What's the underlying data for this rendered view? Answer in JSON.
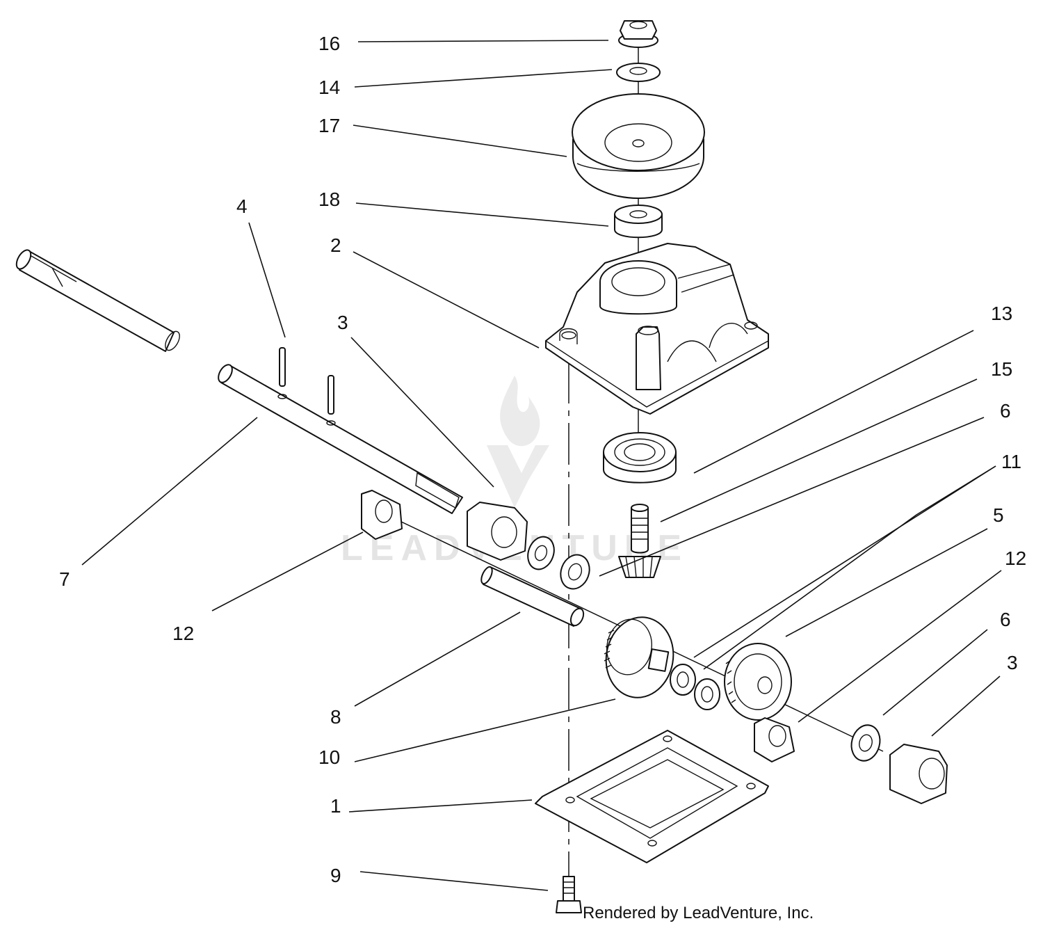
{
  "diagram": {
    "callouts": [
      {
        "id": "c16",
        "label": "16"
      },
      {
        "id": "c14",
        "label": "14"
      },
      {
        "id": "c17",
        "label": "17"
      },
      {
        "id": "c18",
        "label": "18"
      },
      {
        "id": "c2",
        "label": "2"
      },
      {
        "id": "c4",
        "label": "4"
      },
      {
        "id": "c3a",
        "label": "3"
      },
      {
        "id": "c13",
        "label": "13"
      },
      {
        "id": "c15",
        "label": "15"
      },
      {
        "id": "c6a",
        "label": "6"
      },
      {
        "id": "c11",
        "label": "11"
      },
      {
        "id": "c5",
        "label": "5"
      },
      {
        "id": "c12b",
        "label": "12"
      },
      {
        "id": "c6b",
        "label": "6"
      },
      {
        "id": "c3b",
        "label": "3"
      },
      {
        "id": "c7",
        "label": "7"
      },
      {
        "id": "c12a",
        "label": "12"
      },
      {
        "id": "c8",
        "label": "8"
      },
      {
        "id": "c10",
        "label": "10"
      },
      {
        "id": "c1",
        "label": "1"
      },
      {
        "id": "c9",
        "label": "9"
      }
    ],
    "credit": "Rendered by LeadVenture, Inc.",
    "watermark": "LEADVENTURE"
  }
}
